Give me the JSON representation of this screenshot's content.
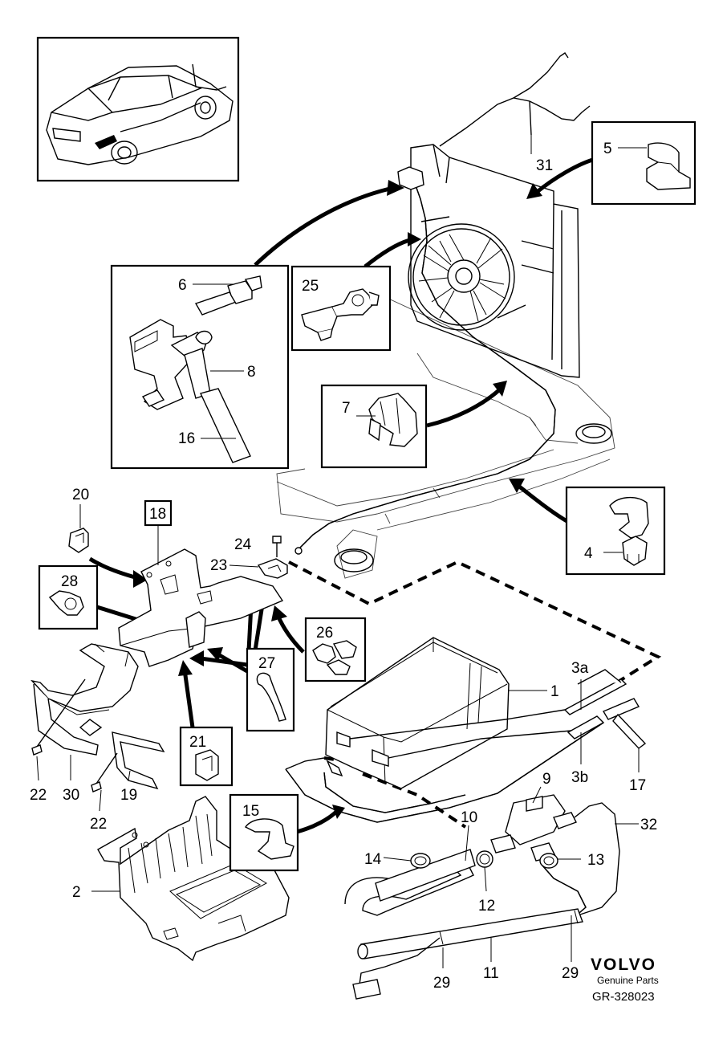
{
  "callouts": [
    {
      "id": "c31",
      "text": "31"
    },
    {
      "id": "c5",
      "text": "5"
    },
    {
      "id": "c6",
      "text": "6"
    },
    {
      "id": "c8",
      "text": "8"
    },
    {
      "id": "c16",
      "text": "16"
    },
    {
      "id": "c25",
      "text": "25"
    },
    {
      "id": "c7",
      "text": "7"
    },
    {
      "id": "c4",
      "text": "4"
    },
    {
      "id": "c20",
      "text": "20"
    },
    {
      "id": "c18",
      "text": "18"
    },
    {
      "id": "c24",
      "text": "24"
    },
    {
      "id": "c23",
      "text": "23"
    },
    {
      "id": "c28",
      "text": "28"
    },
    {
      "id": "c26",
      "text": "26"
    },
    {
      "id": "c27",
      "text": "27"
    },
    {
      "id": "c1",
      "text": "1"
    },
    {
      "id": "c3a",
      "text": "3a"
    },
    {
      "id": "c3b",
      "text": "3b"
    },
    {
      "id": "c17",
      "text": "17"
    },
    {
      "id": "c21",
      "text": "21"
    },
    {
      "id": "c22a",
      "text": "22"
    },
    {
      "id": "c30",
      "text": "30"
    },
    {
      "id": "c22b",
      "text": "22"
    },
    {
      "id": "c19",
      "text": "19"
    },
    {
      "id": "c9",
      "text": "9"
    },
    {
      "id": "c32",
      "text": "32"
    },
    {
      "id": "c15",
      "text": "15"
    },
    {
      "id": "c10",
      "text": "10"
    },
    {
      "id": "c14",
      "text": "14"
    },
    {
      "id": "c13",
      "text": "13"
    },
    {
      "id": "c12",
      "text": "12"
    },
    {
      "id": "c2",
      "text": "2"
    },
    {
      "id": "c29a",
      "text": "29"
    },
    {
      "id": "c11",
      "text": "11"
    },
    {
      "id": "c29b",
      "text": "29"
    }
  ],
  "branding": {
    "logo": "VOLVO",
    "tagline": "Genuine Parts",
    "reference": "GR-328023"
  }
}
